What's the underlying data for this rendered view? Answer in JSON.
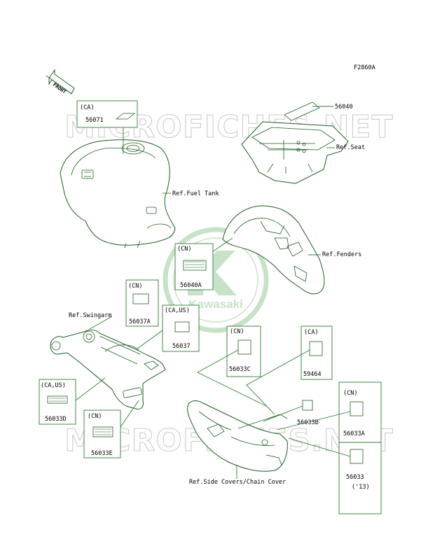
{
  "figure_code": "F2860A",
  "watermark": "MICROFICHES.NET",
  "logo": {
    "brand": "Kawasaki",
    "color": "#9ccc9c"
  },
  "colors": {
    "line": "#2e7d32",
    "part": "#1b5e20"
  },
  "front_arrow": "FRONT",
  "boxes": {
    "box_56071": {
      "tag": "(CA)",
      "part": "56071"
    },
    "box_56040A": {
      "tag": "(CN)",
      "part": "56040A"
    },
    "box_56037A": {
      "tag": "(CN)",
      "part": "56037A"
    },
    "box_56037": {
      "tag": "(CA,US)",
      "part": "56037"
    },
    "box_56033C": {
      "tag": "(CN)",
      "part": "56033C"
    },
    "box_59464": {
      "tag": "(CA)",
      "part": "59464"
    },
    "box_56033D": {
      "tag": "(CA,US)",
      "part": "56033D"
    },
    "box_56033E": {
      "tag": "(CN)",
      "part": "56033E"
    },
    "box_56033A_group": {
      "tag": "(CN)",
      "part_a": "56033A",
      "part_b": "56033",
      "note": "('13)"
    }
  },
  "labels": {
    "p56040": "56040",
    "p56033B": "56033B",
    "ref_seat": "Ref.Seat",
    "ref_fuel_tank": "Ref.Fuel Tank",
    "ref_fenders": "Ref.Fenders",
    "ref_swingarm": "Ref.Swingarm",
    "ref_side_covers": "Ref.Side Covers/Chain Cover"
  }
}
